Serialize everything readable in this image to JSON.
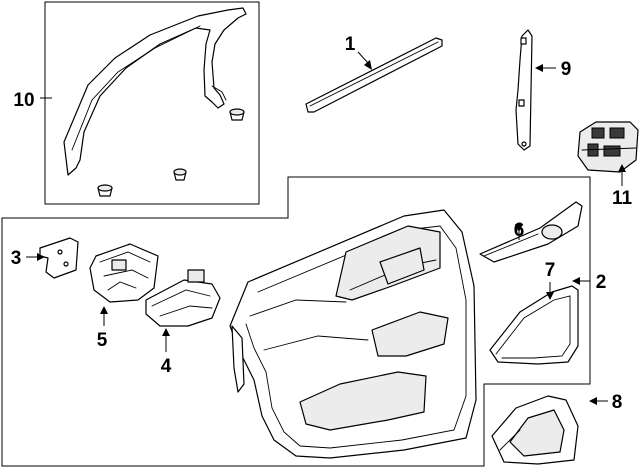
{
  "callouts": [
    {
      "id": "1",
      "label": "1"
    },
    {
      "id": "2",
      "label": "2"
    },
    {
      "id": "3",
      "label": "3"
    },
    {
      "id": "4",
      "label": "4"
    },
    {
      "id": "5",
      "label": "5"
    },
    {
      "id": "6",
      "label": "6"
    },
    {
      "id": "7",
      "label": "7"
    },
    {
      "id": "8",
      "label": "8"
    },
    {
      "id": "9",
      "label": "9"
    },
    {
      "id": "10",
      "label": "10"
    },
    {
      "id": "11",
      "label": "11"
    }
  ],
  "colors": {
    "line": "#000000",
    "background": "#ffffff",
    "shade": "#ececec"
  }
}
